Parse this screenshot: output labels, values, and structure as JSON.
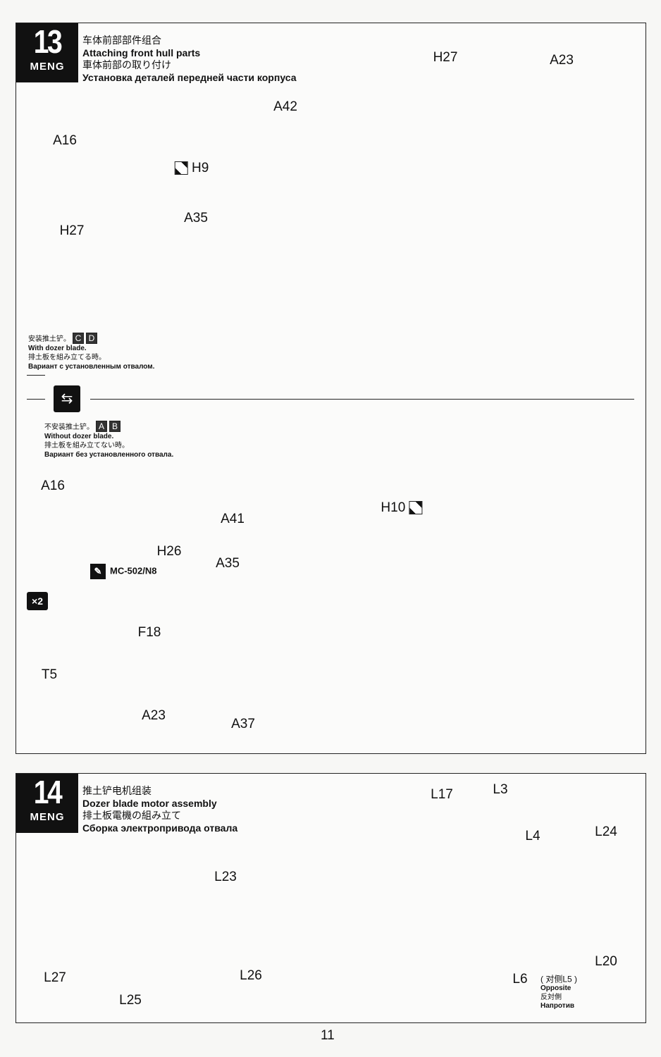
{
  "step13": {
    "number": "13",
    "brand": "MENG",
    "title_cn": "车体前部部件组合",
    "title_en": "Attaching front hull parts",
    "title_jp": "車体前部の取り付け",
    "title_ru": "Установка деталей передней части корпуса",
    "upper_labels": [
      "H27",
      "A23",
      "A42",
      "A16",
      "H9",
      "A35",
      "H27"
    ],
    "variant_with": {
      "cn": "安装推土铲。",
      "box1": "C",
      "box2": "D",
      "en": "With dozer blade.",
      "jp": "排土板を組み立てる時。",
      "ru": "Вариант с установленным отвалом."
    },
    "variant_without": {
      "cn": "不安装推土铲。",
      "box1": "A",
      "box2": "B",
      "en": "Without dozer blade.",
      "jp": "排土板を組み立てない時。",
      "ru": "Вариант без установленного отвала."
    },
    "lower_labels": [
      "A16",
      "A41",
      "H10",
      "A35",
      "H26",
      "F18",
      "T5",
      "A23",
      "A37"
    ],
    "paint_code": "MC-502/N8",
    "quantity": "×2"
  },
  "step14": {
    "number": "14",
    "brand": "MENG",
    "title_cn": "推土铲电机组装",
    "title_en": "Dozer blade motor assembly",
    "title_jp": "排土板電機の組み立て",
    "title_ru": "Сборка электропривода отвала",
    "labels": [
      "L17",
      "L3",
      "L4",
      "L24",
      "L23",
      "L27",
      "L26",
      "L25",
      "L20",
      "L6"
    ],
    "l6_note": "( 对侧L5 )",
    "opposite": {
      "en": "Opposite",
      "jp": "反対側",
      "ru": "Напротив"
    }
  },
  "page_number": "11"
}
